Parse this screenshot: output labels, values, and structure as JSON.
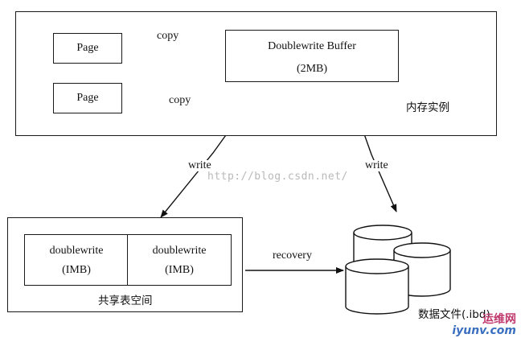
{
  "memory_instance": {
    "label": "内存实例",
    "page1": "Page",
    "page2": "Page",
    "copy1": "copy",
    "copy2": "copy",
    "buffer_title": "Doublewrite Buffer",
    "buffer_size": "(2MB)"
  },
  "edges": {
    "write_left": "write",
    "write_right": "write",
    "recovery": "recovery"
  },
  "shared_tablespace": {
    "label": "共享表空间",
    "cell1_title": "doublewrite",
    "cell1_size": "(IMB)",
    "cell2_title": "doublewrite",
    "cell2_size": "(IMB)"
  },
  "data_files": {
    "label": "数据文件(.ibd)"
  },
  "watermark": {
    "text": "http://blog.csdn.net/"
  },
  "logo": {
    "line1": "运维网",
    "line2": "iyunv.com"
  }
}
